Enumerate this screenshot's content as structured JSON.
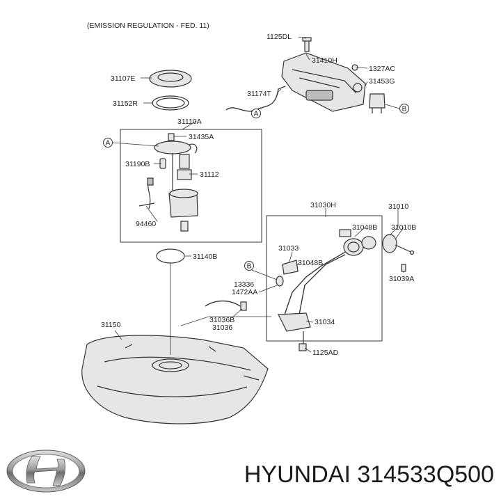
{
  "header": "(EMISSION REGULATION - FED. 11)",
  "brand": "HYUNDAI",
  "part_number": "314533Q500",
  "logo_icon": "hyundai-logo-icon",
  "callouts": {
    "a1": "A",
    "a2": "A",
    "b1": "B",
    "b2": "B"
  },
  "labels": {
    "p1125DL": "1125DL",
    "p31410H": "31410H",
    "p1327AC": "1327AC",
    "p31453G": "31453G",
    "p31174T": "31174T",
    "p31107E": "31107E",
    "p31152R": "31152R",
    "p31110A": "31110A",
    "p31435A": "31435A",
    "p31190B": "31190B",
    "p31112": "31112",
    "p94460": "94460",
    "p31140B": "31140B",
    "p31030H": "31030H",
    "p31010": "31010",
    "p31048B_top": "31048B",
    "p31010B": "31010B",
    "p31033": "31033",
    "p31048B_mid": "31048B",
    "p13336": "13336",
    "p1472AA": "1472AA",
    "p31039A": "31039A",
    "p31150": "31150",
    "p31036B": "31036B",
    "p31036": "31036",
    "p31034": "31034",
    "p1125AD": "1125AD"
  }
}
